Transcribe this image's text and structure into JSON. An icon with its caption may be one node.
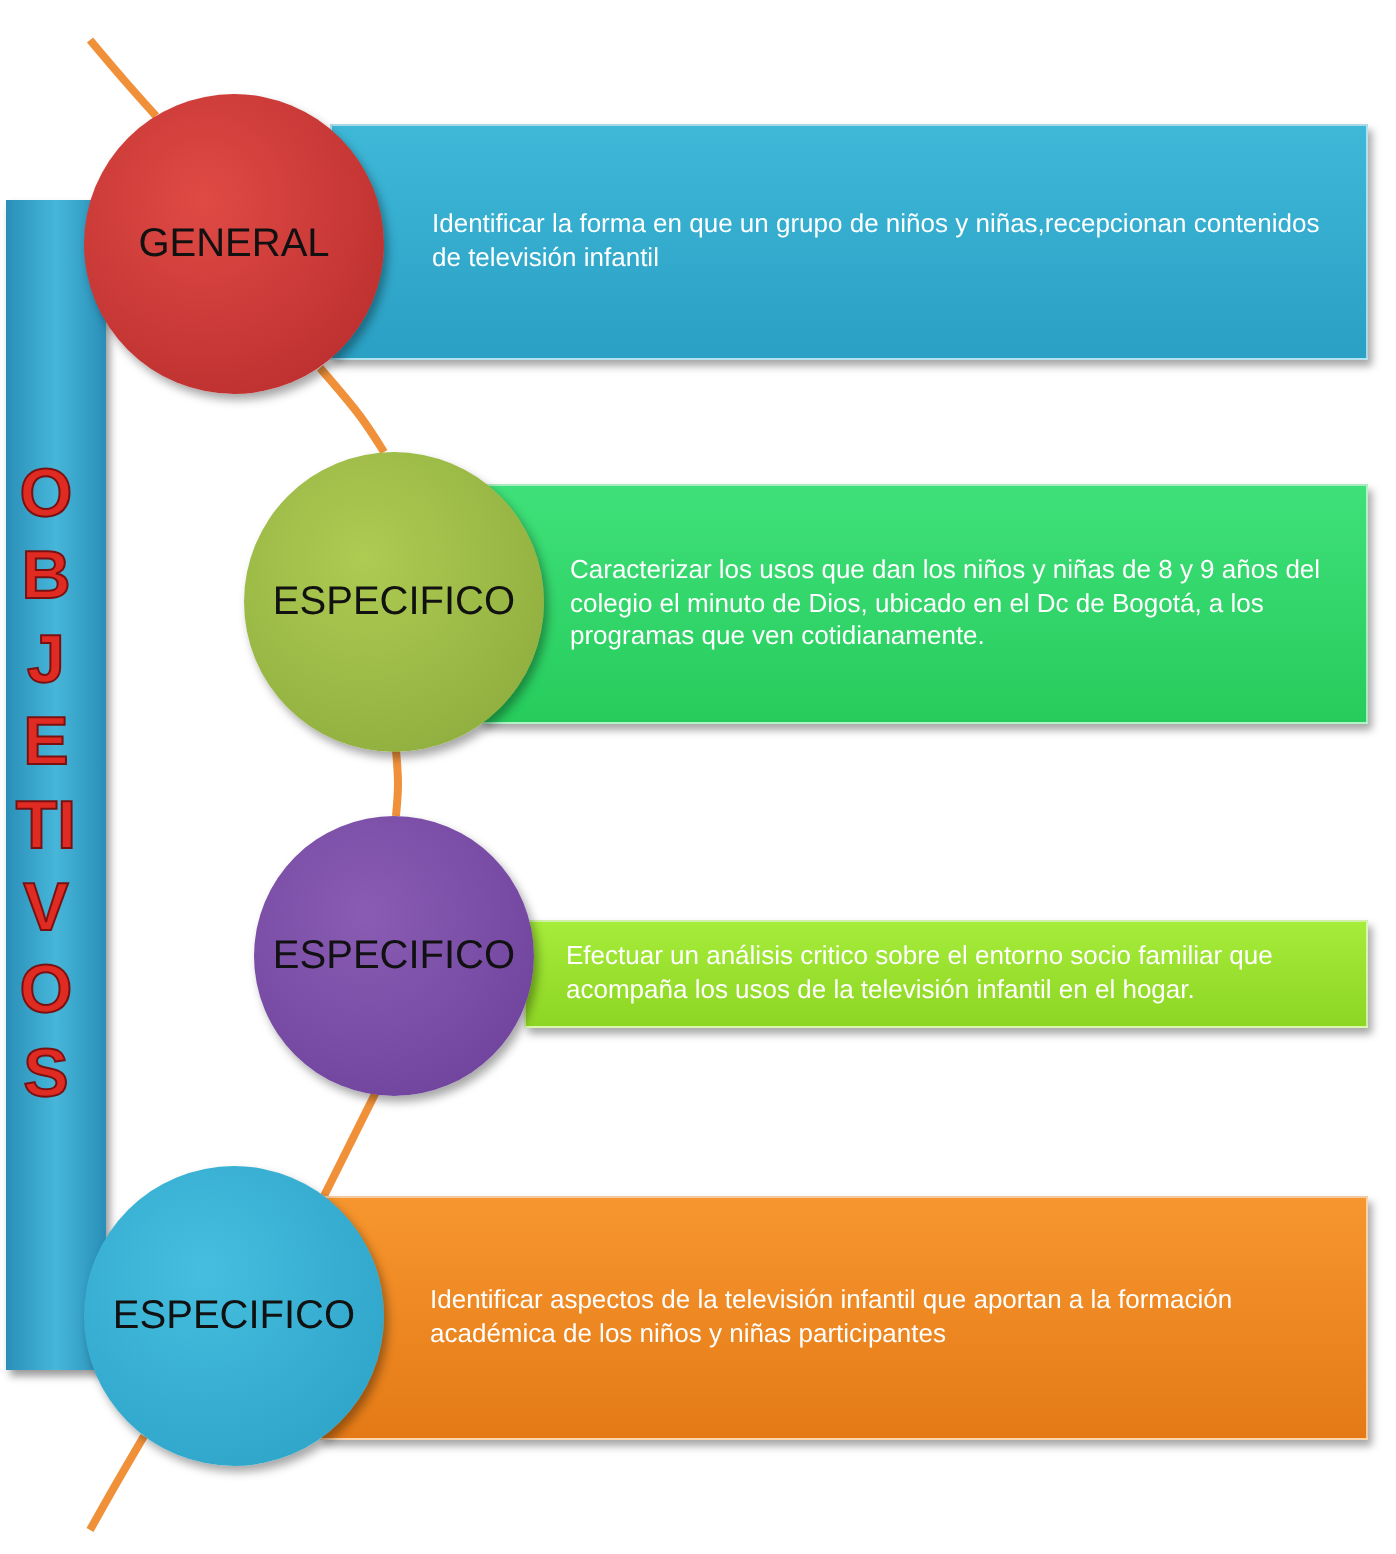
{
  "diagram": {
    "nodes": [
      {
        "text": [
          "OBJETIVOS"
        ]
      },
      {
        "text": [
          "GENERAL"
        ]
      },
      {
        "text": [
          "Identificar la forma en que un grupo de niños y niñas,recepcionan contenidos de televisión infantil"
        ]
      },
      {
        "text": [
          "ESPECIFICO"
        ]
      },
      {
        "text": [
          "Caracterizar los usos que dan los niños y niñas de 8 y 9 años del colegio el minuto de Dios, ubicado en el Dc de Bogotá, a los programas que ven cotidianamente."
        ]
      },
      {
        "text": [
          "ESPECIFICO"
        ]
      },
      {
        "text": [
          "Efectuar un análisis critico sobre el entorno socio familiar que acompaña los usos de la televisión infantil en el hogar."
        ]
      },
      {
        "text": [
          "ESPECIFICO"
        ]
      },
      {
        "text": [
          "Identificar aspectos de la televisión infantil que aportan a la formación académica de los niños y niñas participantes"
        ]
      }
    ],
    "edges": [
      {
        "from": null,
        "to": 1,
        "arrow": "none",
        "color": "#f0913a"
      },
      {
        "from": 1,
        "to": 3,
        "arrow": "none",
        "color": "#f0913a"
      },
      {
        "from": 3,
        "to": 5,
        "arrow": "none",
        "color": "#f0913a"
      },
      {
        "from": 5,
        "to": 7,
        "arrow": "none",
        "color": "#f0913a"
      },
      {
        "from": 7,
        "to": null,
        "arrow": "none",
        "color": "#f0913a"
      }
    ]
  }
}
